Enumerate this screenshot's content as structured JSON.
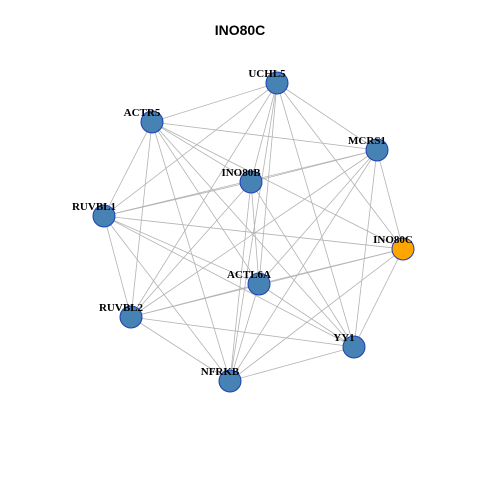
{
  "title": "INO80C",
  "colors": {
    "node": "#4682B4",
    "highlight": "#FFA500",
    "edge": "#b3b3b3",
    "node_border": "#1f3fb3"
  },
  "nodes": [
    {
      "id": "UCHL5",
      "label": "UCHL5",
      "highlight": false
    },
    {
      "id": "ACTR5",
      "label": "ACTR5",
      "highlight": false
    },
    {
      "id": "MCRS1",
      "label": "MCRS1",
      "highlight": false
    },
    {
      "id": "INO80B",
      "label": "INO80B",
      "highlight": false
    },
    {
      "id": "RUVBL1",
      "label": "RUVBL1",
      "highlight": false
    },
    {
      "id": "INO80C",
      "label": "INO80C",
      "highlight": true
    },
    {
      "id": "ACTL6A",
      "label": "ACTL6A",
      "highlight": false
    },
    {
      "id": "RUVBL2",
      "label": "RUVBL2",
      "highlight": false
    },
    {
      "id": "YY1",
      "label": "YY1",
      "highlight": false
    },
    {
      "id": "NFRKB",
      "label": "NFRKB",
      "highlight": false
    }
  ],
  "edges": [
    [
      "UCHL5",
      "ACTR5"
    ],
    [
      "UCHL5",
      "MCRS1"
    ],
    [
      "UCHL5",
      "INO80B"
    ],
    [
      "UCHL5",
      "RUVBL1"
    ],
    [
      "UCHL5",
      "INO80C"
    ],
    [
      "UCHL5",
      "ACTL6A"
    ],
    [
      "UCHL5",
      "RUVBL2"
    ],
    [
      "UCHL5",
      "YY1"
    ],
    [
      "UCHL5",
      "NFRKB"
    ],
    [
      "ACTR5",
      "MCRS1"
    ],
    [
      "ACTR5",
      "INO80B"
    ],
    [
      "ACTR5",
      "RUVBL1"
    ],
    [
      "ACTR5",
      "INO80C"
    ],
    [
      "ACTR5",
      "ACTL6A"
    ],
    [
      "ACTR5",
      "RUVBL2"
    ],
    [
      "ACTR5",
      "YY1"
    ],
    [
      "ACTR5",
      "NFRKB"
    ],
    [
      "MCRS1",
      "INO80B"
    ],
    [
      "MCRS1",
      "RUVBL1"
    ],
    [
      "MCRS1",
      "INO80C"
    ],
    [
      "MCRS1",
      "ACTL6A"
    ],
    [
      "MCRS1",
      "RUVBL2"
    ],
    [
      "MCRS1",
      "YY1"
    ],
    [
      "MCRS1",
      "NFRKB"
    ],
    [
      "INO80B",
      "RUVBL1"
    ],
    [
      "INO80B",
      "ACTL6A"
    ],
    [
      "INO80B",
      "RUVBL2"
    ],
    [
      "INO80B",
      "YY1"
    ],
    [
      "INO80B",
      "NFRKB"
    ],
    [
      "RUVBL1",
      "INO80C"
    ],
    [
      "RUVBL1",
      "ACTL6A"
    ],
    [
      "RUVBL1",
      "RUVBL2"
    ],
    [
      "RUVBL1",
      "YY1"
    ],
    [
      "RUVBL1",
      "NFRKB"
    ],
    [
      "INO80C",
      "ACTL6A"
    ],
    [
      "INO80C",
      "RUVBL2"
    ],
    [
      "INO80C",
      "YY1"
    ],
    [
      "INO80C",
      "NFRKB"
    ],
    [
      "ACTL6A",
      "RUVBL2"
    ],
    [
      "ACTL6A",
      "YY1"
    ],
    [
      "ACTL6A",
      "NFRKB"
    ],
    [
      "RUVBL2",
      "YY1"
    ],
    [
      "RUVBL2",
      "NFRKB"
    ],
    [
      "YY1",
      "NFRKB"
    ]
  ]
}
